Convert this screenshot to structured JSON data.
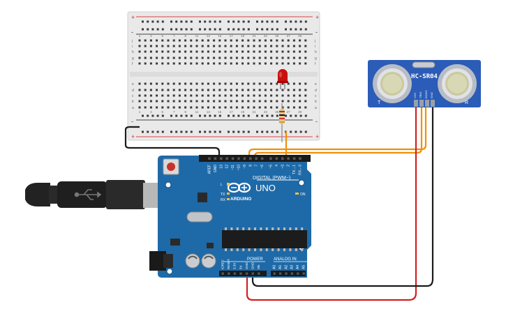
{
  "breadboard": {
    "plus_mark": "+",
    "minus_mark": "-",
    "row_letters_top": [
      "j",
      "i",
      "h",
      "g",
      "f"
    ],
    "row_letters_bottom": [
      "e",
      "d",
      "c",
      "b",
      "a"
    ],
    "column_numbers": [
      "1",
      "3",
      "5",
      "7",
      "9",
      "11",
      "13",
      "15",
      "17",
      "19",
      "21",
      "23",
      "25",
      "27",
      "29"
    ]
  },
  "sensor": {
    "model": "HC-SR04",
    "pins": [
      "VCC",
      "TRIG",
      "ECHO",
      "GND"
    ],
    "corner_left": "T",
    "corner_right": "R"
  },
  "arduino": {
    "brand": "ARDUINO",
    "model": "UNO",
    "digital_header_label": "DIGITAL (PWM~)",
    "digital_pins": [
      "AREF",
      "GND",
      "13",
      "12",
      "~11",
      "~10",
      "~9",
      "8",
      "7",
      "~6",
      "~5",
      "4",
      "~3",
      "2",
      "TX→1",
      "RX←0"
    ],
    "power_label": "POWER",
    "power_pins": [
      "IOREF",
      "RESET",
      "3.3V",
      "5V",
      "GND",
      "GND",
      "Vin"
    ],
    "analog_label": "ANALOG IN",
    "analog_pins": [
      "A0",
      "A1",
      "A2",
      "A3",
      "A4",
      "A5"
    ],
    "led_l": "L",
    "led_tx": "TX",
    "led_rx": "RX",
    "led_on": "ON"
  },
  "colors": {
    "board_blue": "#1e6aa8",
    "wire_orange": "#f0900a",
    "wire_red": "#d42020",
    "wire_black": "#1a1a1a",
    "led_red": "#c81010",
    "sensor_blue": "#2a5cb8"
  }
}
